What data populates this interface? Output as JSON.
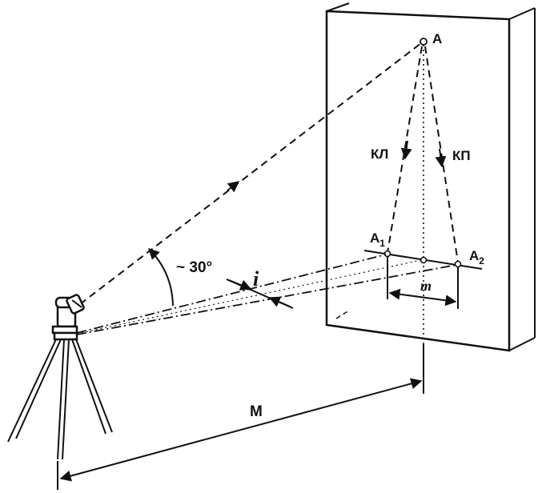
{
  "labels": {
    "point_a": "A",
    "point_a1": "A",
    "point_a1_sub": "1",
    "point_a2": "A",
    "point_a2_sub": "2",
    "kl": "КЛ",
    "kp": "КП",
    "angle": "~ 30°",
    "error_i": "i",
    "distance_m_small": "m",
    "distance_m_big": "M"
  },
  "colors": {
    "ink": "#111111",
    "background": "#ffffff"
  }
}
